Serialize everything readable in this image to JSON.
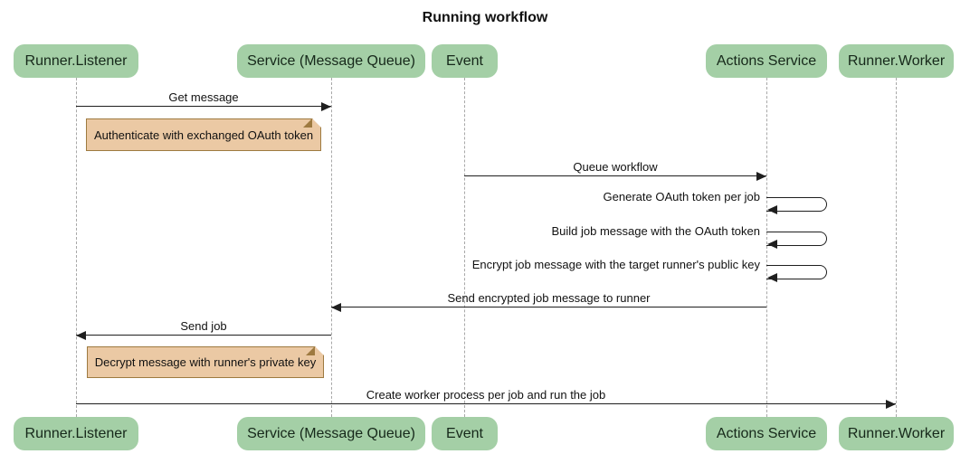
{
  "title": "Running workflow",
  "colors": {
    "actor_fill": "#a4cfa6",
    "note_fill": "#ebc9a4",
    "note_border": "#9e7a40",
    "lifeline": "#a8a8a8",
    "line": "#1f1f1f"
  },
  "diagram_type": "sequence",
  "actors": [
    {
      "label": "Runner.Listener"
    },
    {
      "label": "Service (Message Queue)"
    },
    {
      "label": "Event"
    },
    {
      "label": "Actions Service"
    },
    {
      "label": "Runner.Worker"
    }
  ],
  "messages": [
    {
      "label": "Get message",
      "from": "Runner.Listener",
      "to": "Service (Message Queue)",
      "kind": "solid-arrow"
    },
    {
      "label": "Queue workflow",
      "from": "Event",
      "to": "Actions Service",
      "kind": "solid-arrow"
    },
    {
      "label": "Generate OAuth token per job",
      "from": "Actions Service",
      "to": "Actions Service",
      "kind": "self-loop"
    },
    {
      "label": "Build job message with the OAuth token",
      "from": "Actions Service",
      "to": "Actions Service",
      "kind": "self-loop"
    },
    {
      "label": "Encrypt job message with the target runner's public key",
      "from": "Actions Service",
      "to": "Actions Service",
      "kind": "self-loop"
    },
    {
      "label": "Send encrypted job message to runner",
      "from": "Actions Service",
      "to": "Service (Message Queue)",
      "kind": "solid-arrow"
    },
    {
      "label": "Send job",
      "from": "Service (Message Queue)",
      "to": "Runner.Listener",
      "kind": "solid-arrow"
    },
    {
      "label": "Create worker process per job and run the job",
      "from": "Runner.Listener",
      "to": "Runner.Worker",
      "kind": "solid-arrow"
    }
  ],
  "notes": [
    {
      "text": "Authenticate with exchanged OAuth token",
      "over": "Runner.Listener"
    },
    {
      "text": "Decrypt message with runner's private key",
      "over": "Runner.Listener"
    }
  ]
}
